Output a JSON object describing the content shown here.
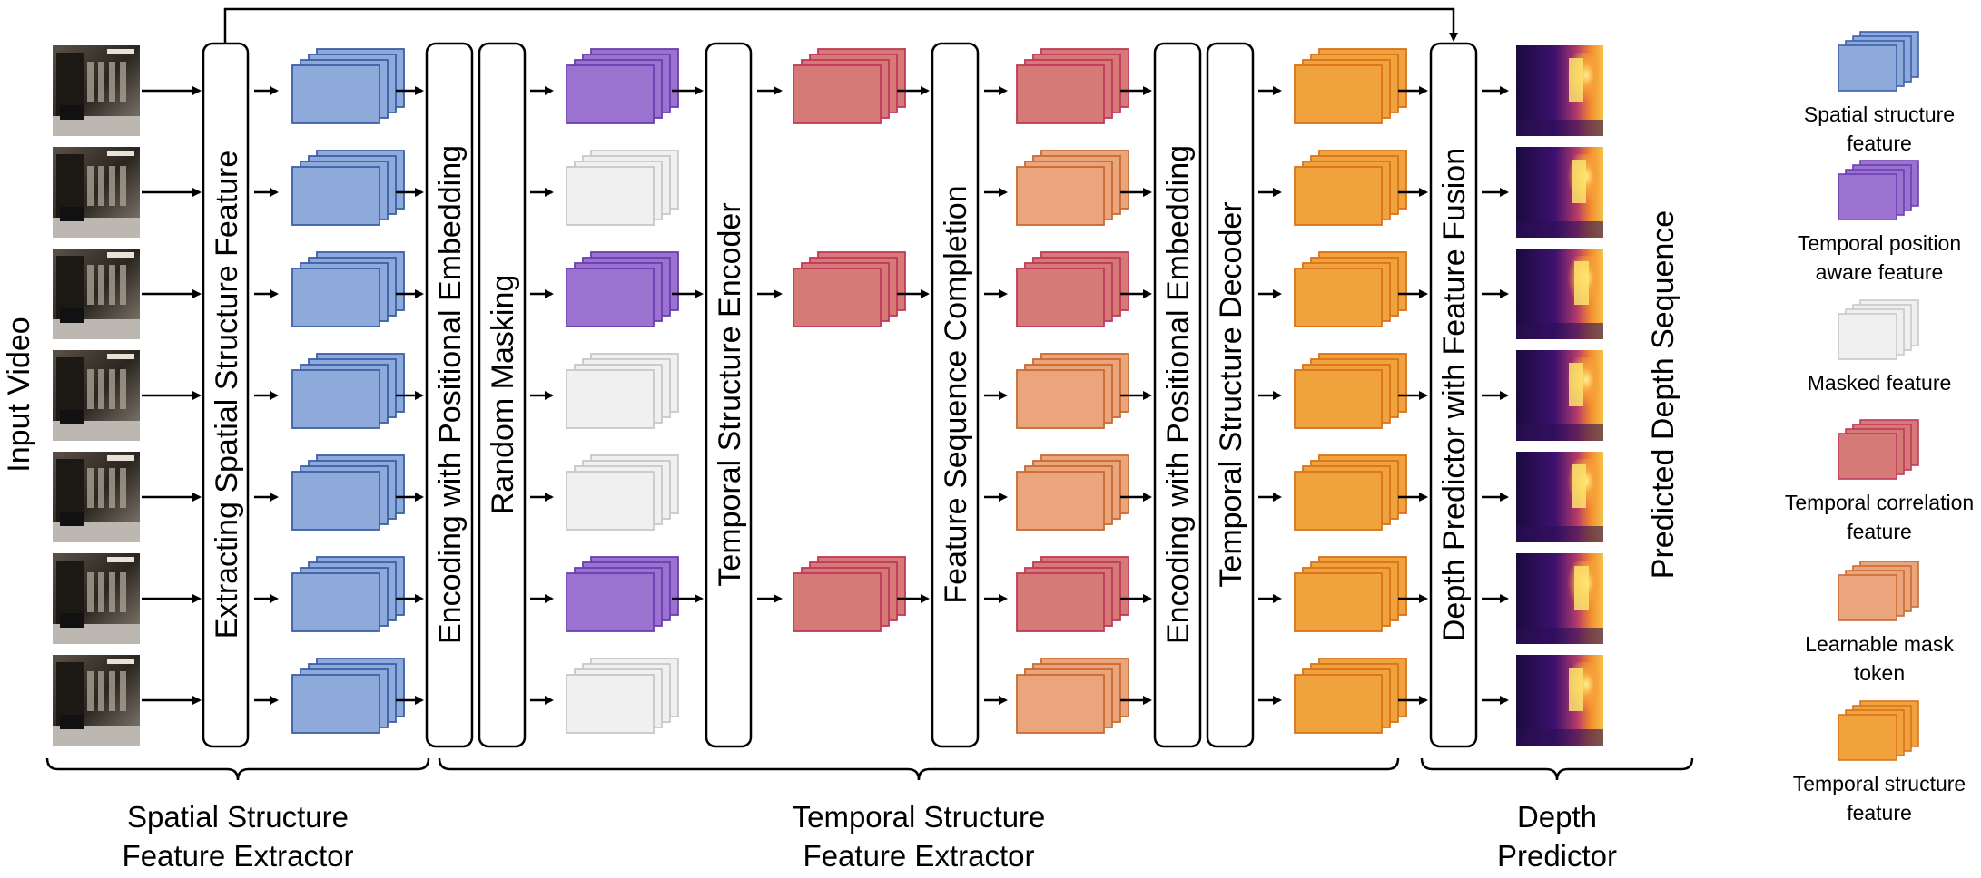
{
  "input_label": "Input Video",
  "output_label": "Predicted Depth Sequence",
  "modules": {
    "spatial_extractor": "Extracting Spatial Structure Feature",
    "positional_encoding_1": "Encoding with Positional Embedding",
    "random_masking": "Random Masking",
    "temporal_encoder": "Temporal Structure Encoder",
    "sequence_completion": "Feature Sequence Completion",
    "positional_encoding_2": "Encoding with Positional Embedding",
    "temporal_decoder": "Temporal Structure Decoder",
    "depth_predictor": "Depth Predictor with Feature Fusion"
  },
  "groups": {
    "spatial": [
      "Spatial Structure",
      "Feature Extractor"
    ],
    "temporal": [
      "Temporal Structure",
      "Feature Extractor"
    ],
    "depth": [
      "Depth",
      "Predictor"
    ]
  },
  "legend": [
    {
      "lines": [
        "Spatial structure",
        "feature"
      ],
      "fill": "#8eaadb",
      "stroke": "#3d5fa8"
    },
    {
      "lines": [
        "Temporal position",
        "aware feature"
      ],
      "fill": "#9b72cf",
      "stroke": "#6a3fb0"
    },
    {
      "lines": [
        "Masked feature"
      ],
      "fill": "#f0f0f0",
      "stroke": "#c8c8c8"
    },
    {
      "lines": [
        "Temporal correlation",
        "feature"
      ],
      "fill": "#d67a78",
      "stroke": "#c0395a"
    },
    {
      "lines": [
        "Learnable mask",
        "token"
      ],
      "fill": "#eba57c",
      "stroke": "#c96a30"
    },
    {
      "lines": [
        "Temporal structure",
        "feature"
      ],
      "fill": "#f0a23c",
      "stroke": "#d9731c"
    }
  ],
  "colors": {
    "spatial": "#8eaadb",
    "position_aware": "#9b72cf",
    "masked": "#f0f0f0",
    "correlation": "#d67a78",
    "mask_token": "#eba57c",
    "temporal_structure": "#f0a23c"
  },
  "icons": [
    "video-frame-thumbnail",
    "depth-map-thumbnail",
    "arrow-icon",
    "brace-icon"
  ]
}
